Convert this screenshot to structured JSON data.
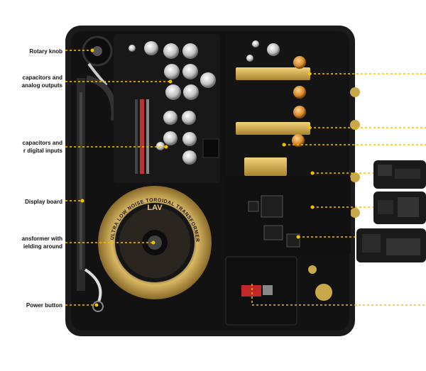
{
  "labels": {
    "rotary_knob": "Rotary knob",
    "capacitors_analog_line1": "capacitors and",
    "capacitors_analog_line2": "analog outputs",
    "capacitors_digital_line1": "capacitors and",
    "capacitors_digital_line2": "r digital inputs",
    "display_board": "Display board",
    "transformer_line1": "ansformer with",
    "transformer_line2": "ielding around",
    "power_button": "Power button"
  },
  "transformer": {
    "logo": "LAV",
    "ring_text": "ULTRA LOW NOISE TOROIDAL TRANSFORMER"
  },
  "colors": {
    "leader_line": "#f2c200",
    "chassis": "#1b1b1b",
    "pcb": "#151515",
    "gold": "#c9a84c",
    "capacitor": "#d0d0d0"
  }
}
